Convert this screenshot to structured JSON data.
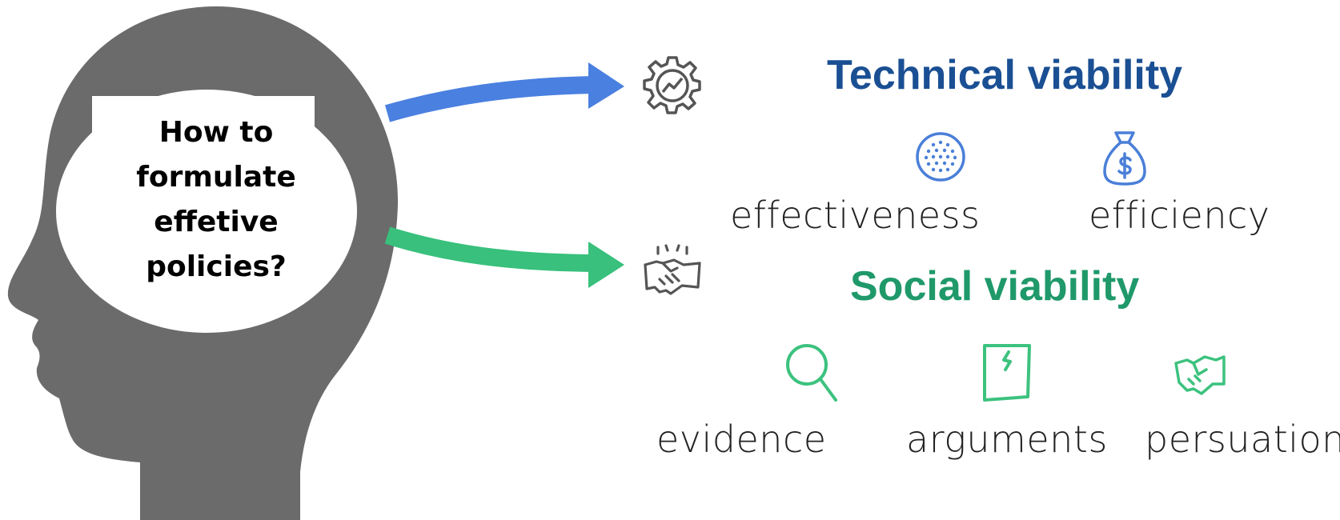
{
  "question": {
    "lines": [
      "How to",
      "formulate",
      "effetive",
      "policies?"
    ]
  },
  "technical": {
    "title": "Technical viability",
    "icon": "gear-chart-icon",
    "items": [
      {
        "label": "effectiveness",
        "icon": "target-dots-icon"
      },
      {
        "label": "efficiency",
        "icon": "money-bag-icon"
      }
    ]
  },
  "social": {
    "title": "Social viability",
    "icon": "handshake-icon",
    "items": [
      {
        "label": "evidence",
        "icon": "magnifier-icon"
      },
      {
        "label": "arguments",
        "icon": "document-icon"
      },
      {
        "label": "persuation",
        "icon": "handshake-icon"
      }
    ]
  },
  "colors": {
    "head": "#6b6b6b",
    "technical_arrow": "#4a80e0",
    "social_arrow": "#38c07c",
    "technical_title": "#1a4f93",
    "social_title": "#20996a",
    "technical_icons": "#4a7fd8",
    "social_icons": "#3cc27e"
  }
}
